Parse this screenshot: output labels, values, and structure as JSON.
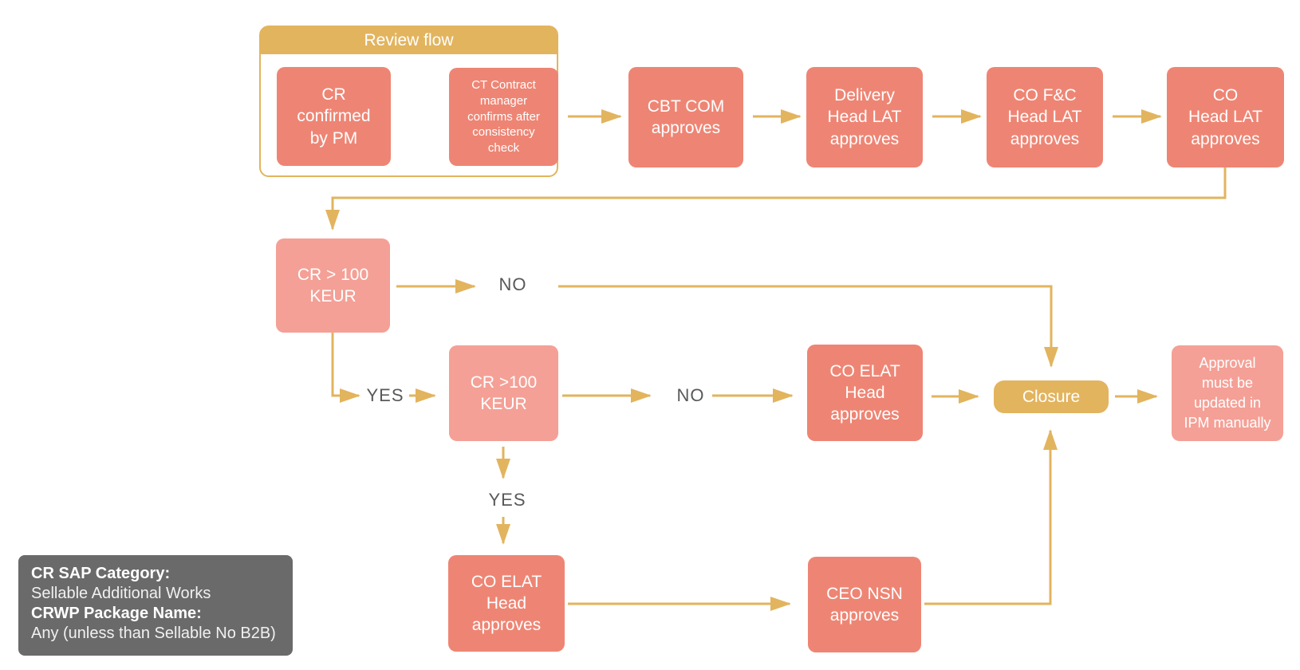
{
  "diagram_title": "Review flow",
  "colors": {
    "node_salmon": "#EE8574",
    "node_light_pink": "#F4A096",
    "accent_gold": "#E2B45E",
    "note_gray": "#6A6A6A",
    "branch_label_gray": "#58595B",
    "node_text": "#FFFFFF"
  },
  "review_group": {
    "title": "Review flow"
  },
  "nodes": {
    "cr_confirmed_by_pm": "CR\nconfirmed\nby PM",
    "ct_contract_manager": "CT Contract\nmanager\nconfirms after\nconsistency\ncheck",
    "cbt_com_approves": "CBT COM\napproves",
    "delivery_head_lat_approves": "Delivery\nHead LAT\napproves",
    "co_fc_head_lat_approves": "CO F&C\nHead LAT\napproves",
    "co_head_lat_approves": "CO\nHead LAT\napproves",
    "cr_gt_100_keur_1": "CR > 100\nKEUR",
    "cr_gt_100_keur_2": "CR >100\nKEUR",
    "co_elat_head_approves_mid": "CO ELAT\nHead\napproves",
    "closure": "Closure",
    "approval_manual_note": "Approval\nmust be\nupdated in\nIPM manually",
    "co_elat_head_approves_bottom": "CO ELAT\nHead\napproves",
    "ceo_nsn_approves": "CEO NSN\napproves"
  },
  "branch_labels": {
    "no_1": "NO",
    "yes_1": "YES",
    "no_2": "NO",
    "yes_2": "YES"
  },
  "note_box": {
    "category_label": "CR SAP Category:",
    "category_value": "Sellable Additional Works",
    "package_label": "CRWP Package Name:",
    "package_value": "Any (unless than Sellable No B2B)"
  }
}
